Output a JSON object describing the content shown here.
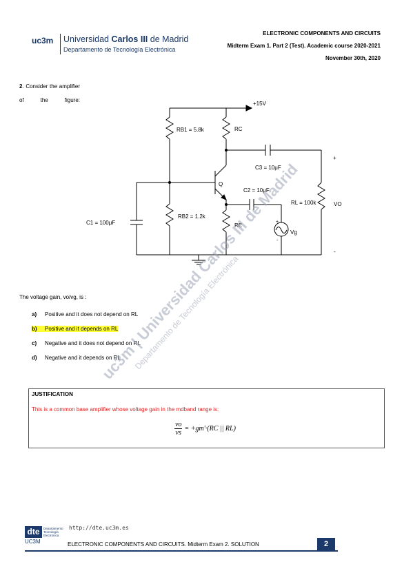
{
  "header": {
    "logo_uc3m": "uc3m",
    "university_prefix": "Universidad ",
    "university_bold": "Carlos III",
    "university_suffix": " de Madrid",
    "department": "Departamento de Tecnología Electrónica",
    "line1": "ELECTRONIC COMPONENTS AND CIRCUITS",
    "line2": "Midterm Exam 1. Part 2 (Test). Academic course 2020-2021",
    "line3": "November 30th, 2020"
  },
  "question": {
    "number": "2",
    "intro": "Consider the amplifier of the figure:",
    "prompt": "The voltage gain, vo/vg, is :"
  },
  "circuit": {
    "vcc": "+15V",
    "rb1": "RB1 = 5.8k",
    "rc": "RC",
    "c3": "C3 = 10μF",
    "transistor": "Q",
    "c2": "C2 = 10μF",
    "rl": "RL = 100k",
    "vo": "VO",
    "c1": "C1 = 100μF",
    "rb2": "RB2 = 1.2k",
    "re": "RE",
    "vg": "Vg",
    "plus": "+",
    "minus": "-"
  },
  "options": [
    {
      "label": "a)",
      "text": "Positive and it does not depend on RL",
      "selected": false
    },
    {
      "label": "b)",
      "text": "Positive and it depends on RL",
      "selected": true
    },
    {
      "label": "c)",
      "text": "Negative and it does not depend on RL",
      "selected": false
    },
    {
      "label": "d)",
      "text": "Negative and it depends on RL",
      "selected": false
    }
  ],
  "justification": {
    "title": "JUSTIFICATION",
    "text": "This is a common base amplifier whose voltage gain in the mdband range is:",
    "formula_num": "vo",
    "formula_den": "vs",
    "formula_rhs": "= +gm'·(RC || RL)"
  },
  "footer": {
    "url": "http://dte.uc3m.es",
    "dte": "dte",
    "dept_lines": "Departamento Tecnología Electrónica",
    "uc3m": "UC3M",
    "course": "ELECTRONIC COMPONENTS AND CIRCUITS. Midterm Exam 2. SOLUTION",
    "page": "2"
  },
  "watermark": {
    "line1": "uc3m | Universidad Carlos III de Madrid",
    "line2": "Departamento de Tecnología Electrónica"
  },
  "colors": {
    "brand": "#1b3a6b",
    "justification_text": "#e02020",
    "highlight": "#ffff33"
  }
}
